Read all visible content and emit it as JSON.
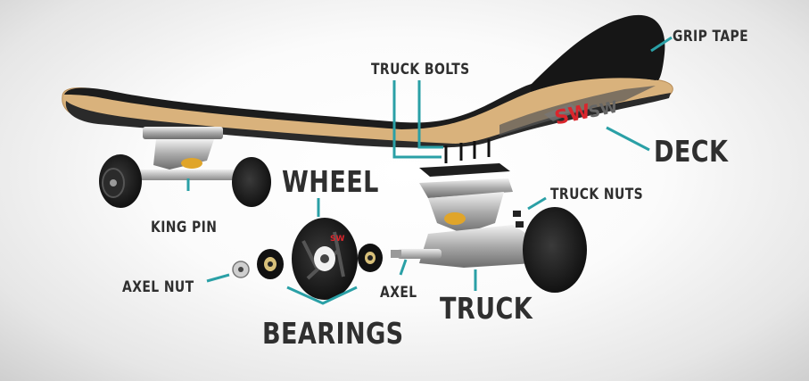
{
  "labels": {
    "grip_tape": "GRIP TAPE",
    "truck_bolts": "TRUCK BOLTS",
    "deck": "DECK",
    "truck_nuts": "TRUCK NUTS",
    "wheel": "WHEEL",
    "king_pin": "KING PIN",
    "axel_nut": "AXEL NUT",
    "axel": "AXEL",
    "truck": "TRUCK",
    "bearings": "BEARINGS"
  },
  "deck_graphic": "SW",
  "colors": {
    "leader": "#2aa0a6",
    "label_text": "#2f2f2f",
    "grip": "#1c1c1c",
    "wood": "#d9b27c",
    "graphic_red": "#d9262d"
  }
}
